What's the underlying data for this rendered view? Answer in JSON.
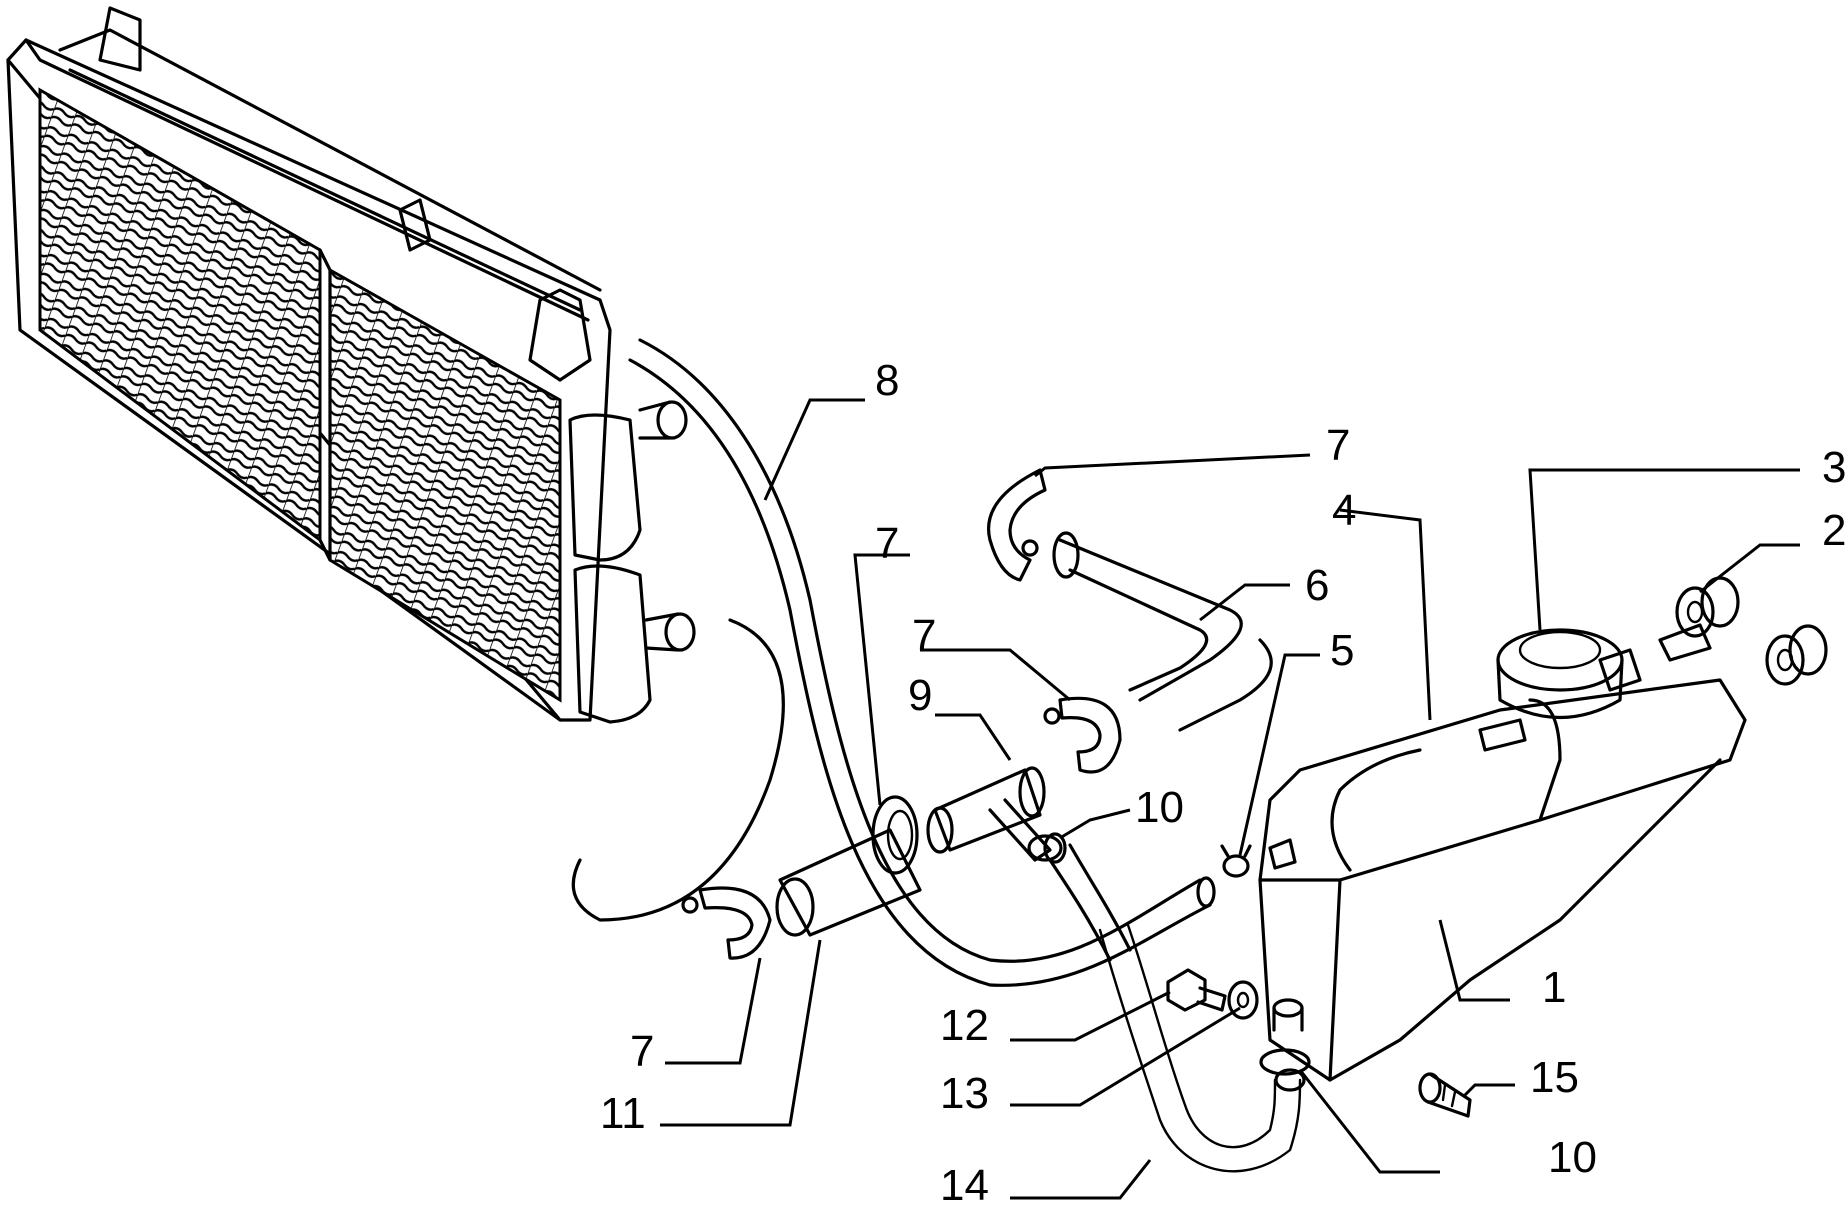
{
  "callouts": [
    {
      "id": "c1",
      "text": "1"
    },
    {
      "id": "c2",
      "text": "2"
    },
    {
      "id": "c3",
      "text": "3"
    },
    {
      "id": "c4",
      "text": "4"
    },
    {
      "id": "c5",
      "text": "5"
    },
    {
      "id": "c6",
      "text": "6"
    },
    {
      "id": "c7a",
      "text": "7"
    },
    {
      "id": "c7b",
      "text": "7"
    },
    {
      "id": "c7c",
      "text": "7"
    },
    {
      "id": "c7d",
      "text": "7"
    },
    {
      "id": "c8",
      "text": "8"
    },
    {
      "id": "c9",
      "text": "9"
    },
    {
      "id": "c10a",
      "text": "10"
    },
    {
      "id": "c10b",
      "text": "10"
    },
    {
      "id": "c11",
      "text": "11"
    },
    {
      "id": "c12",
      "text": "12"
    },
    {
      "id": "c13",
      "text": "13"
    },
    {
      "id": "c14",
      "text": "14"
    },
    {
      "id": "c15",
      "text": "15"
    }
  ]
}
